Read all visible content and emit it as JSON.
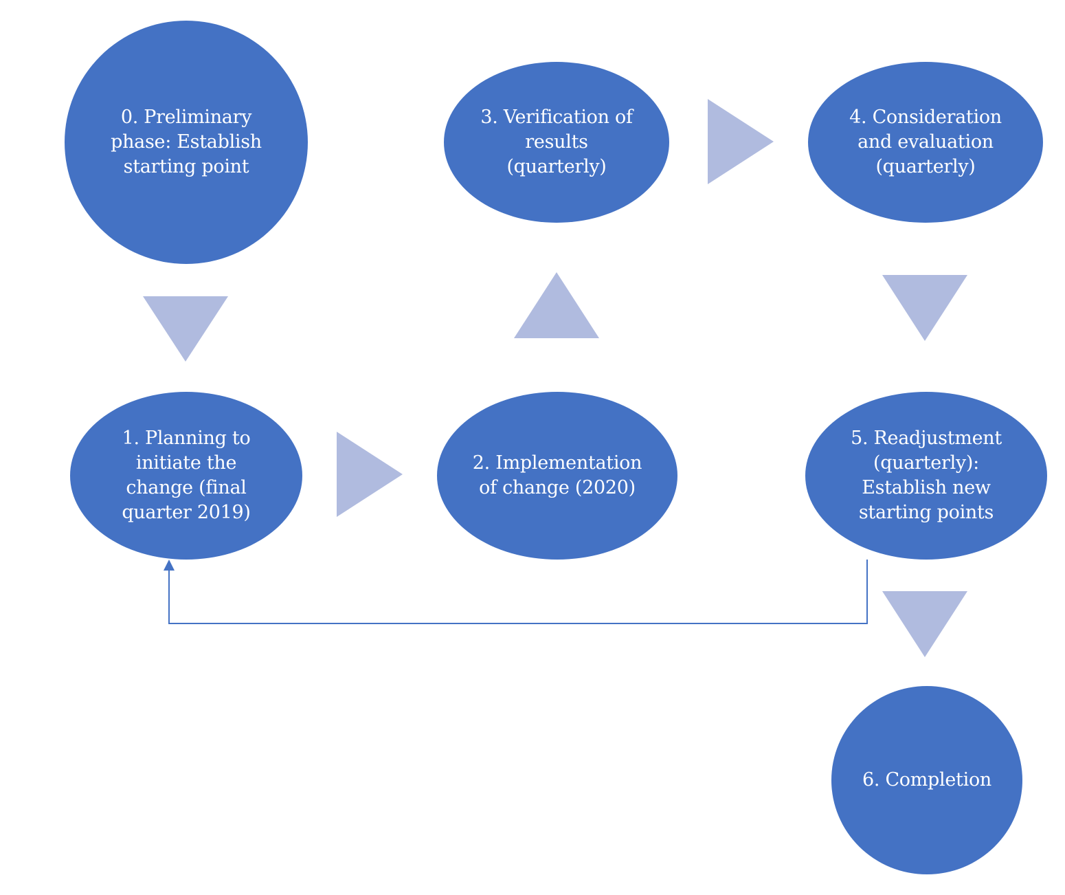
{
  "diagram": {
    "colors": {
      "node_fill": "#4472c4",
      "node_text": "#ffffff",
      "flow_arrow": "#b0bbdf",
      "feedback_line": "#4472c4"
    },
    "nodes": [
      {
        "id": "step-0",
        "label": "0. Preliminary\nphase: Establish\nstarting point"
      },
      {
        "id": "step-1",
        "label": "1. Planning to\ninitiate the\nchange (final\nquarter 2019)"
      },
      {
        "id": "step-2",
        "label": "2. Implementation\nof change (2020)"
      },
      {
        "id": "step-3",
        "label": "3. Verification of\nresults\n(quarterly)"
      },
      {
        "id": "step-4",
        "label": "4. Consideration\nand evaluation\n(quarterly)"
      },
      {
        "id": "step-5",
        "label": "5. Readjustment\n(quarterly):\nEstablish new\nstarting points"
      },
      {
        "id": "step-6",
        "label": "6. Completion"
      }
    ],
    "flow": [
      {
        "from": "step-0",
        "to": "step-1",
        "direction": "down"
      },
      {
        "from": "step-1",
        "to": "step-2",
        "direction": "right"
      },
      {
        "from": "step-2",
        "to": "step-3",
        "direction": "up"
      },
      {
        "from": "step-3",
        "to": "step-4",
        "direction": "right"
      },
      {
        "from": "step-4",
        "to": "step-5",
        "direction": "down"
      },
      {
        "from": "step-5",
        "to": "step-6",
        "direction": "down"
      },
      {
        "from": "step-5",
        "to": "step-1",
        "direction": "loop-back"
      }
    ]
  }
}
